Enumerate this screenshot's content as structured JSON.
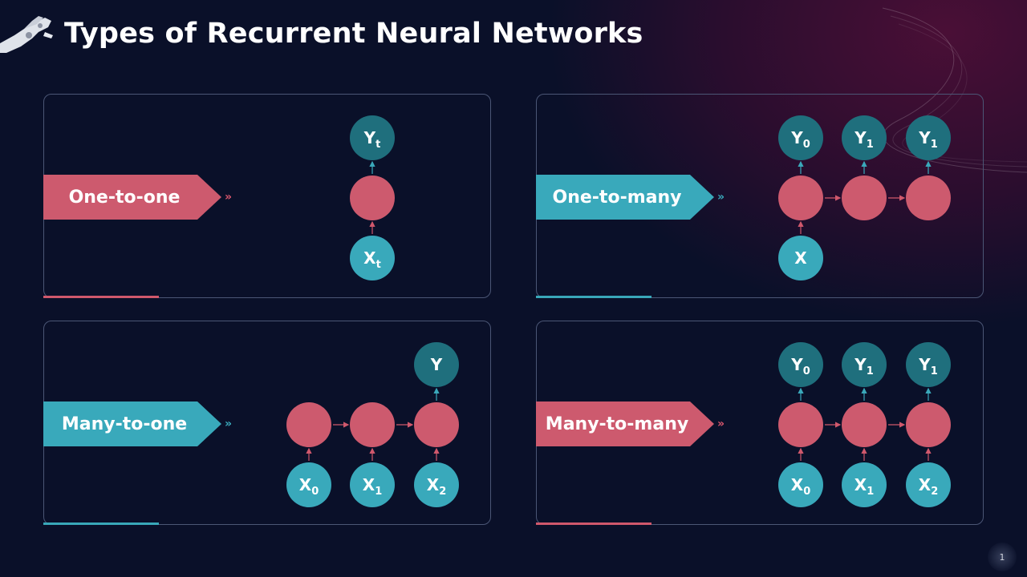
{
  "title": "Types of Recurrent Neural Networks",
  "page_number": "1",
  "colors": {
    "pink": "#cd5a6e",
    "teal": "#39a9bb",
    "dark_teal": "#1f6f7d",
    "background": "#060d26"
  },
  "panels": [
    {
      "label": "One-to-one",
      "style": "pink",
      "outputs": [
        {
          "base": "Y",
          "sub": "t"
        }
      ],
      "hidden_count": 1,
      "inputs": [
        {
          "base": "X",
          "sub": "t"
        }
      ]
    },
    {
      "label": "One-to-many",
      "style": "teal",
      "outputs": [
        {
          "base": "Y",
          "sub": "0"
        },
        {
          "base": "Y",
          "sub": "1"
        },
        {
          "base": "Y",
          "sub": "1"
        }
      ],
      "hidden_count": 3,
      "inputs": [
        {
          "base": "X",
          "sub": ""
        }
      ]
    },
    {
      "label": "Many-to-one",
      "style": "teal",
      "outputs": [
        {
          "base": "Y",
          "sub": ""
        }
      ],
      "hidden_count": 3,
      "inputs": [
        {
          "base": "X",
          "sub": "0"
        },
        {
          "base": "X",
          "sub": "1"
        },
        {
          "base": "X",
          "sub": "2"
        }
      ]
    },
    {
      "label": "Many-to-many",
      "style": "pink",
      "outputs": [
        {
          "base": "Y",
          "sub": "0"
        },
        {
          "base": "Y",
          "sub": "1"
        },
        {
          "base": "Y",
          "sub": "1"
        }
      ],
      "hidden_count": 3,
      "inputs": [
        {
          "base": "X",
          "sub": "0"
        },
        {
          "base": "X",
          "sub": "1"
        },
        {
          "base": "X",
          "sub": "2"
        }
      ]
    }
  ]
}
